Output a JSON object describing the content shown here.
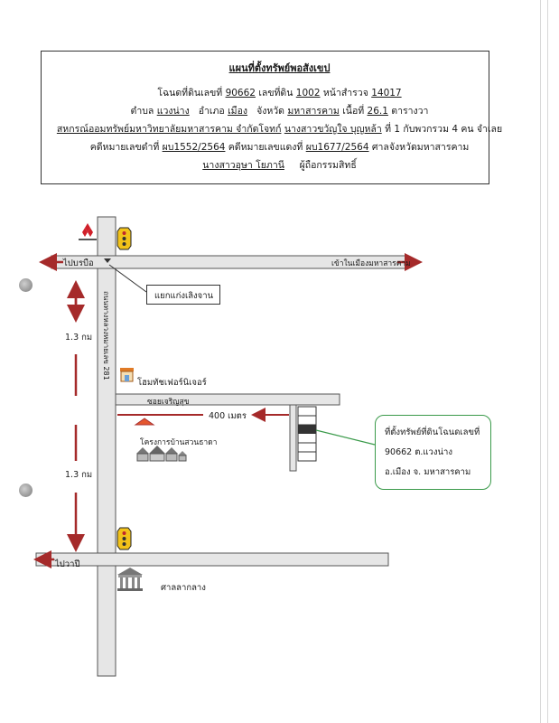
{
  "header": {
    "title": "แผนที่ตั้งทรัพย์พอสังเขป",
    "line1": {
      "deed_label": "โฉนดที่ดินเลขที่",
      "deed_no": "90662",
      "land_label": "เลขที่ดิน",
      "land_no": "1002",
      "survey_label": "หน้าสำรวจ",
      "survey_no": "14017"
    },
    "line2": {
      "tambon_label": "ตำบล",
      "tambon": "แวงน่าง",
      "amphoe_label": "อำเภอ",
      "amphoe": "เมือง",
      "province_label": "จังหวัด",
      "province": "มหาสารคาม",
      "area_label": "เนื้อที่",
      "area": "26.1",
      "area_unit": "ตารางวา"
    },
    "line3": {
      "plaintiff": "สหกรณ์ออมทรัพย์มหาวิทยาลัยมหาสารคาม จำกัดโจทก์",
      "defendant": "นางสาวขวัญใจ บุญหล้า",
      "rest": "ที่ 1 กับพวกรวม 4 คน จำเลย"
    },
    "line4": {
      "case_black_label": "คดีหมายเลขดำที่",
      "case_black": "ผบ1552/2564",
      "case_red_label": "คดีหมายเลขแดงที่",
      "case_red": "ผบ1677/2564",
      "court": "ศาลจังหวัดมหาสารคาม"
    },
    "line5": {
      "owner": "นางสาวอุษา โยภานี",
      "owner_role": "ผู้ถือกรรมสิทธิ์"
    }
  },
  "map": {
    "to_borabue": "ไปบรบือ",
    "to_city": "เข้าในเมืองมหาสารคาม",
    "highway": "ถนนทางหลวงหมายเลข 281",
    "junction": "แยกแก่งเลิงจาน",
    "dist_north": "1.3 กม",
    "dist_south": "1.3 กม",
    "furniture": "โฮมทัชเฟอร์นิเจอร์",
    "soi": "ซอยเจริญสุข",
    "dist_soi": "400 เมตร",
    "project": "โครงการบ้านสวนธาดา",
    "to_wapi": "ไปวาปี",
    "shrine": "ศาลลากลาง",
    "plot_info": [
      "ที่ตั้งทรัพย์ที่ดินโฉนดเลขที่",
      "90662 ต.แวงน่าง",
      "อ.เมือง จ. มหาสารคาม"
    ]
  },
  "colors": {
    "road_fill": "#e6e6e6",
    "arrow": "#a52a2a",
    "callout_border": "#3a9a4a"
  }
}
